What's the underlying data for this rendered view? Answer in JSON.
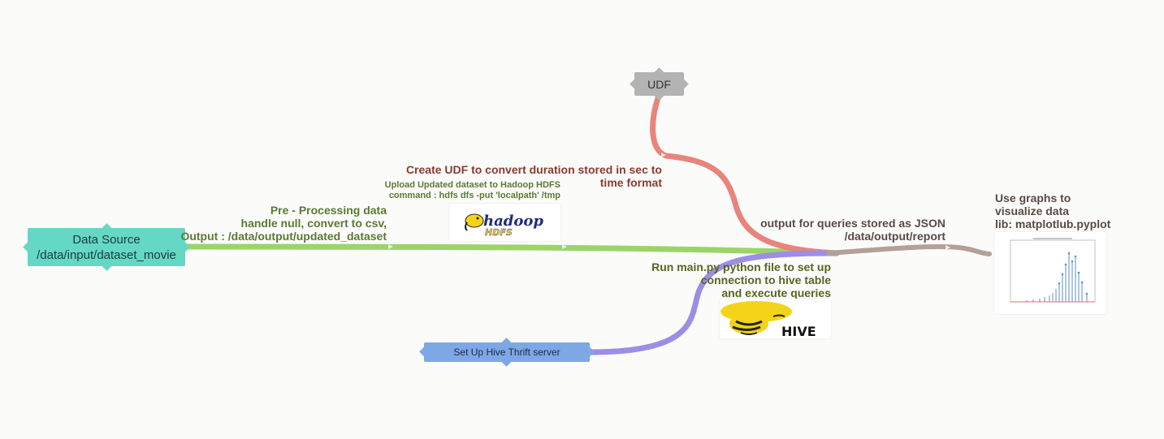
{
  "nodes": {
    "source": {
      "line1": "Data Source",
      "line2": "/data/input/dataset_movie"
    },
    "udf": {
      "label": "UDF"
    },
    "hive": {
      "label": "Set Up Hive Thrift server"
    }
  },
  "labels": {
    "preprocess": [
      "Pre - Processing data",
      "handle null, convert to csv,",
      "Output : /data/output/updated_dataset"
    ],
    "upload": [
      "Upload Updated dataset to Hadoop HDFS",
      "command : hdfs dfs -put 'localpath' /tmp"
    ],
    "udf": [
      "Create UDF to convert duration stored in sec to",
      "time format"
    ],
    "output": [
      "output for queries stored as JSON",
      "/data/output/report"
    ],
    "run": [
      "Run main.py python file to set up",
      "connection to hive table",
      "and execute queries"
    ],
    "graphs": [
      "Use graphs to",
      "visualize data",
      "lib: matplotlub.pyplot"
    ]
  },
  "logos": {
    "hdfs": {
      "word": "hadoop",
      "sub": "HDFS"
    },
    "hive": {
      "word": "HIVE"
    }
  },
  "colors": {
    "green_link": "#9bd468",
    "red_link": "#e8847c",
    "purple_link": "#9c8ee4",
    "brown_link": "#b5a098",
    "source": "#64d8c4",
    "udf": "#b3b3b3",
    "hive": "#7ea7e6",
    "logo_yellow": "#f3d419"
  }
}
